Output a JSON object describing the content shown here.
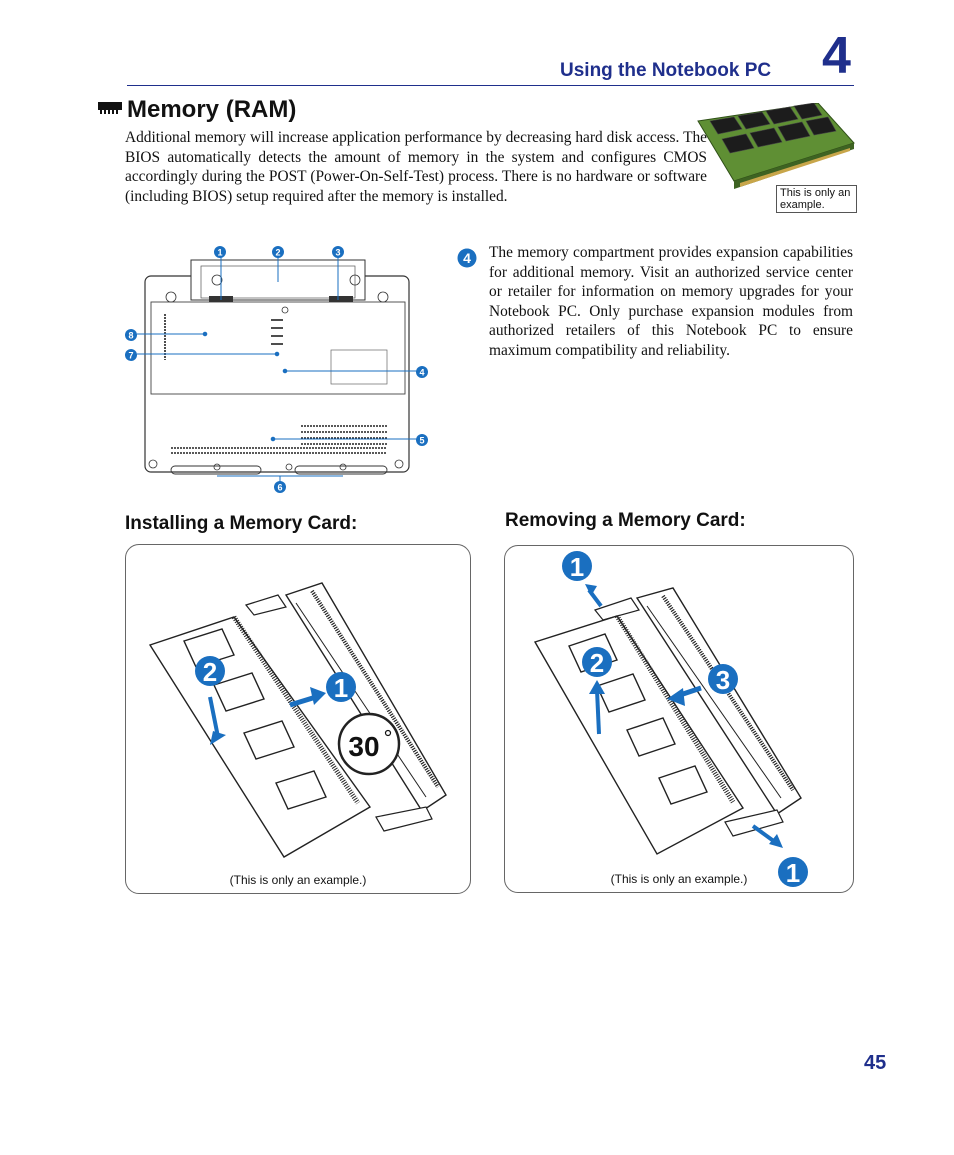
{
  "header": {
    "section_title": "Using the Notebook PC",
    "chapter_number": "4"
  },
  "memory": {
    "title": "Memory (RAM)",
    "intro": "Additional memory will increase application performance by decreasing hard disk access. The BIOS automatically detects the amount of memory in the system and configures CMOS accordingly during the POST (Power-On-Self-Test) process. There is no hardware or software (including BIOS) setup required after the memory is installed.",
    "photo_note": "This is only an example.",
    "diagram_callouts": [
      "1",
      "2",
      "3",
      "4",
      "5",
      "6",
      "7",
      "8"
    ],
    "bullet_number": "4",
    "compartment_text": "The memory compartment provides expansion capabilities for additional memory. Visit an authorized service center or retailer for information on memory upgrades for your Notebook PC. Only purchase expansion modules from authorized retailers of this Notebook PC to ensure maximum compatibility and reliability."
  },
  "installing": {
    "title": "Installing a Memory Card:",
    "angle_label": "30",
    "step_labels": [
      "1",
      "2"
    ],
    "caption": "(This is only an example.)"
  },
  "removing": {
    "title": "Removing a Memory Card:",
    "step_labels": [
      "1",
      "2",
      "3",
      "1"
    ],
    "caption": "(This is only an example.)"
  },
  "page_number": "45",
  "colors": {
    "accent": "#1f2f8c",
    "step_blue": "#1a6fc0",
    "pcb_green": "#4f7f2e"
  },
  "icons": [
    "memory-module-icon"
  ]
}
